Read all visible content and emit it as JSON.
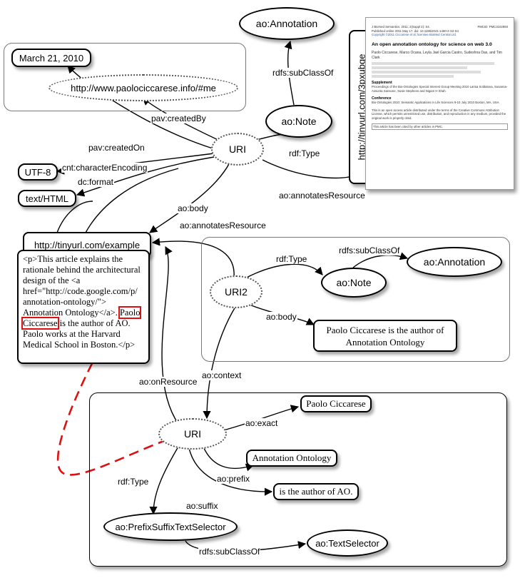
{
  "nodes": {
    "annotation_top": "ao:Annotation",
    "note_top": "ao:Note",
    "date": "March 21, 2010",
    "author_uri": "http://www.paolociccarese.info/#me",
    "uri_top": "URI",
    "utf8": "UTF-8",
    "texthtml": "text/HTML",
    "example": "http://tinyurl.com/example",
    "tinyurl_vertical": "http://tinyurl.com/3pxubge",
    "uri2": "URI2",
    "note_mid": "ao:Note",
    "annotation_mid": "ao:Annotation",
    "body_text": "Paolo Ciccarese is the author of Annotation Ontology",
    "uri_bottom": "URI",
    "exact": "Paolo Ciccarese",
    "prefix": "Annotation Ontology",
    "suffix": "is the author of AO.",
    "selector": "ao:PrefixSuffixTextSelector",
    "text_selector": "ao:TextSelector"
  },
  "edges": {
    "subclassof_top": "rdfs:subClassOf",
    "rdftype_top": "rdf:Type",
    "created_by": "pav:createdBy",
    "created_on": "pav:createdOn",
    "char_encoding": "cnt:characterEncoding",
    "dc_format": "dc:format",
    "ao_body_top": "ao:body",
    "annotates_top": "ao:annotatesResource",
    "annotates_mid": "ao:annotatesResource",
    "rdftype_mid": "rdf:Type",
    "subclassof_mid": "rdfs:subClassOf",
    "ao_body_mid": "ao:body",
    "ao_context": "ao:context",
    "on_resource": "ao:onResource",
    "ao_exact": "ao:exact",
    "ao_prefix": "ao:prefix",
    "ao_suffix": "ao:suffix",
    "rdftype_bottom": "rdf:Type",
    "subclassof_bottom": "rdfs:subClassOf"
  },
  "html_content": {
    "before": "<p>This article explains the rationale behind the architectural design of the <a href=\"http://code.google.com/p/ annotation-ontology/\"> Annotation Ontology</a>. ",
    "highlight": "Paolo Ciccarese",
    "after": " is the author of AO. Paolo works at the Harvard Medical School in Boston.</p>"
  },
  "document": {
    "journal": "J Biomed Semantics. 2011; 2(Suppl 2): S4.",
    "pmcid": "PMCID: PMC3102893",
    "published": "Published online 2011 May 17. doi: 10.1186/2041-1480-2-S2-S4",
    "copyright": "Copyright ©2011 Ciccarese et al; licensee BioMed Central Ltd.",
    "title": "An open annotation ontology for science on web 3.0",
    "authors": "Paolo Ciccarese, Marco Ocana, Leyla Jael Garcia Castro, Sudeshna Das, and Tim Clark",
    "supplement_heading": "Supplement",
    "supplement_text": "Proceedings of the Bio-Ontologies Special Interest Group Meeting 2010 Larisa Soldatova, Susanna-Assunta Sansone, Susie Stephens and Nigam H Shah",
    "conference_heading": "Conference",
    "conference_text": "Bio-Ontologies 2010: Semantic Applications in Life Sciences 9-10 July 2010 Boston, MA, USA",
    "license": "This is an open access article distributed under the terms of the Creative Commons Attribution License, which permits unrestricted use, distribution, and reproduction in any medium, provided the original work is properly cited.",
    "cited": "This article has been cited by other articles in PMC."
  },
  "colors": {
    "stroke": "#000000",
    "dotted": "#555555",
    "highlight": "#dd1111",
    "shadow": "rgba(0,0,0,0.35)"
  }
}
